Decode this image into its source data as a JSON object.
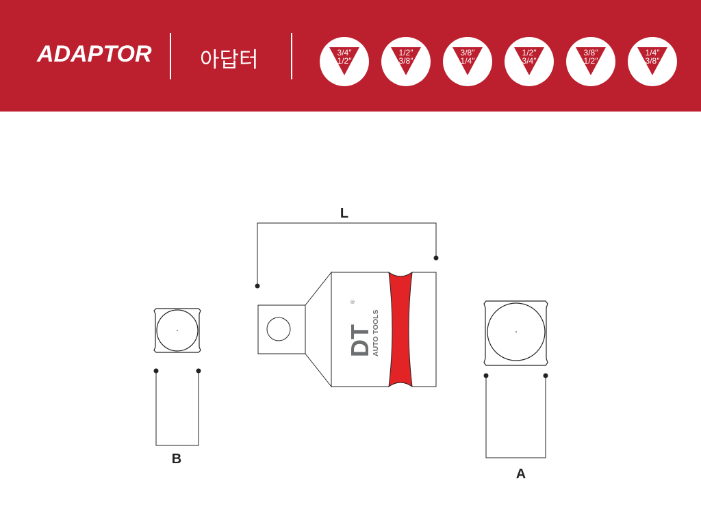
{
  "header": {
    "title_en": "ADAPTOR",
    "title_ko": "아답터",
    "background_color": "#bc1f2e"
  },
  "badges": [
    {
      "top": "3/4″",
      "bottom": "1/2″"
    },
    {
      "top": "1/2″",
      "bottom": "3/8″"
    },
    {
      "top": "3/8″",
      "bottom": "1/4″"
    },
    {
      "top": "1/2″",
      "bottom": "3/4″"
    },
    {
      "top": "3/8″",
      "bottom": "1/2″"
    },
    {
      "top": "1/4″",
      "bottom": "3/8″"
    }
  ],
  "diagram": {
    "label_length": "L",
    "label_a": "A",
    "label_b": "B",
    "brand_logo": "DT",
    "brand_sub": "AUTO TOOLS",
    "brand_mark": "®",
    "band_color": "#e32427"
  }
}
